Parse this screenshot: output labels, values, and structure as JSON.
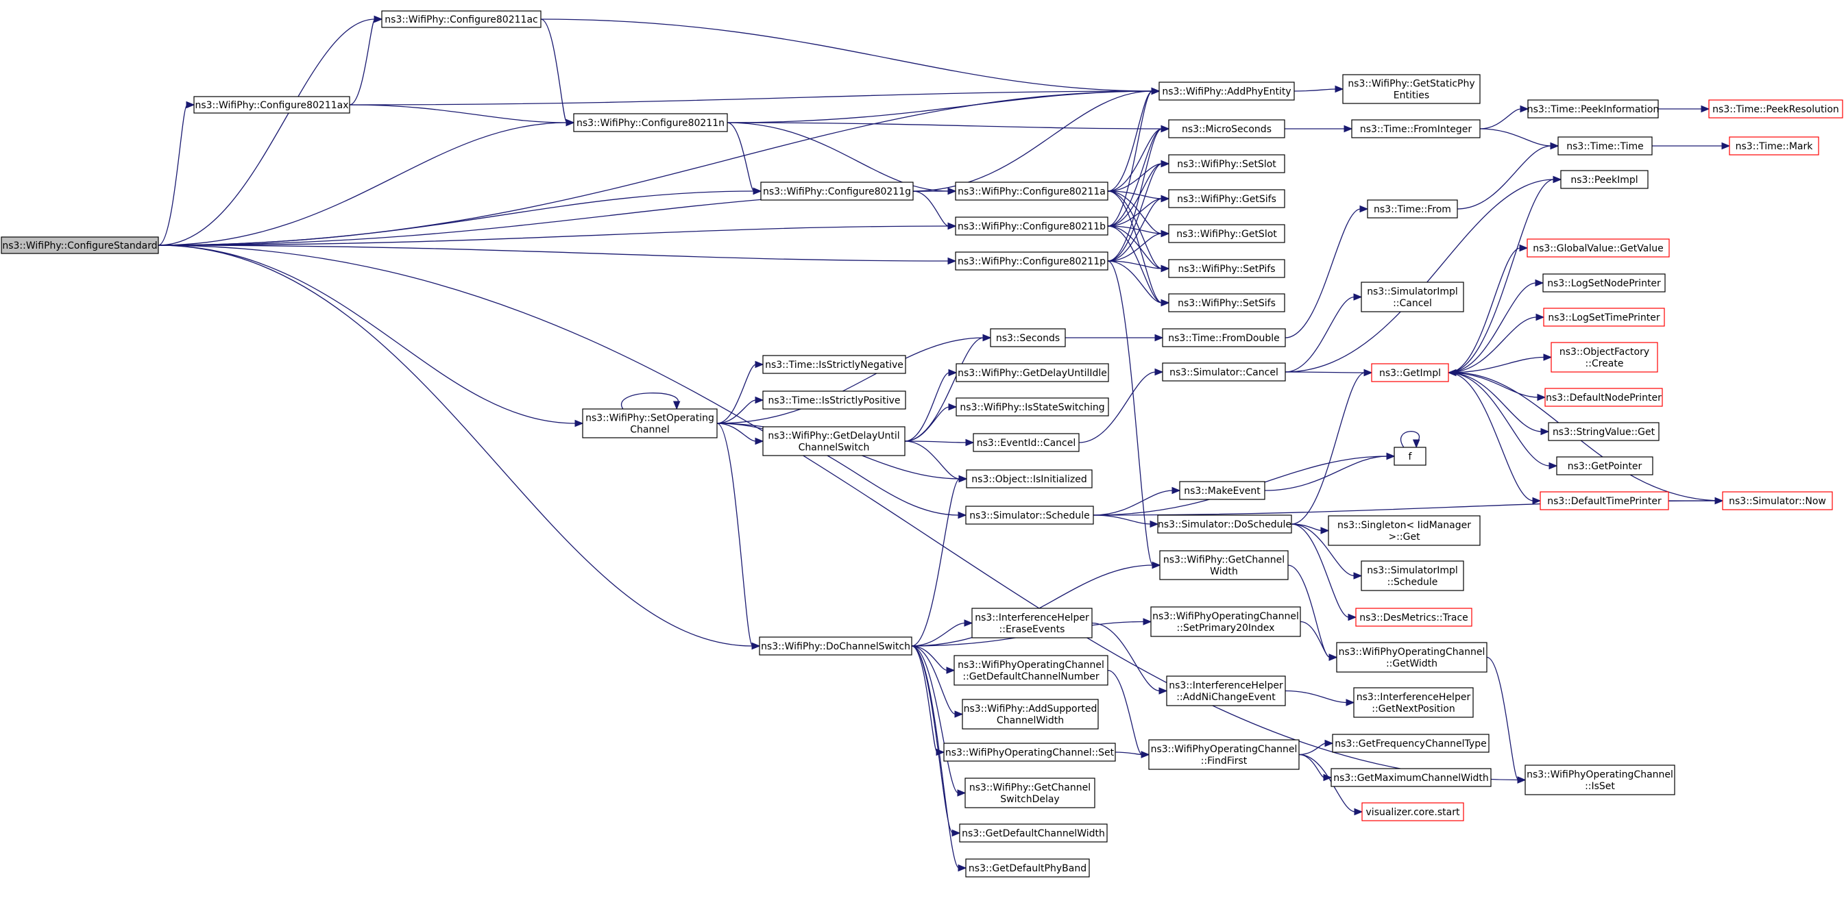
{
  "graph": {
    "title": "",
    "colors": {
      "edge": "#191970",
      "node_fill": "#ffffff",
      "node_border": "#000000",
      "truncated_border": "#ff0000",
      "root_fill": "#bfbfbf"
    },
    "nodes": [
      {
        "id": "root",
        "lines": [
          "ns3::WifiPhy::ConfigureStandard"
        ],
        "kind": "root"
      },
      {
        "id": "c11ac",
        "lines": [
          "ns3::WifiPhy::Configure80211ac"
        ],
        "kind": "normal"
      },
      {
        "id": "c11ax",
        "lines": [
          "ns3::WifiPhy::Configure80211ax"
        ],
        "kind": "normal"
      },
      {
        "id": "c11n",
        "lines": [
          "ns3::WifiPhy::Configure80211n"
        ],
        "kind": "normal"
      },
      {
        "id": "c11g",
        "lines": [
          "ns3::WifiPhy::Configure80211g"
        ],
        "kind": "normal"
      },
      {
        "id": "c11a",
        "lines": [
          "ns3::WifiPhy::Configure80211a"
        ],
        "kind": "normal"
      },
      {
        "id": "c11b",
        "lines": [
          "ns3::WifiPhy::Configure80211b"
        ],
        "kind": "normal"
      },
      {
        "id": "c11p",
        "lines": [
          "ns3::WifiPhy::Configure80211p"
        ],
        "kind": "normal"
      },
      {
        "id": "addphy",
        "lines": [
          "ns3::WifiPhy::AddPhyEntity"
        ],
        "kind": "normal"
      },
      {
        "id": "getstatic",
        "lines": [
          "ns3::WifiPhy::GetStaticPhy",
          "Entities"
        ],
        "kind": "normal"
      },
      {
        "id": "micro",
        "lines": [
          "ns3::MicroSeconds"
        ],
        "kind": "normal"
      },
      {
        "id": "setslot",
        "lines": [
          "ns3::WifiPhy::SetSlot"
        ],
        "kind": "normal"
      },
      {
        "id": "getsifs",
        "lines": [
          "ns3::WifiPhy::GetSifs"
        ],
        "kind": "normal"
      },
      {
        "id": "getslot",
        "lines": [
          "ns3::WifiPhy::GetSlot"
        ],
        "kind": "normal"
      },
      {
        "id": "setpifs",
        "lines": [
          "ns3::WifiPhy::SetPifs"
        ],
        "kind": "normal"
      },
      {
        "id": "setsifs",
        "lines": [
          "ns3::WifiPhy::SetSifs"
        ],
        "kind": "normal"
      },
      {
        "id": "fromint",
        "lines": [
          "ns3::Time::FromInteger"
        ],
        "kind": "normal"
      },
      {
        "id": "peekinfo",
        "lines": [
          "ns3::Time::PeekInformation"
        ],
        "kind": "normal"
      },
      {
        "id": "peekres",
        "lines": [
          "ns3::Time::PeekResolution"
        ],
        "kind": "truncated"
      },
      {
        "id": "timetime",
        "lines": [
          "ns3::Time::Time"
        ],
        "kind": "normal"
      },
      {
        "id": "timemark",
        "lines": [
          "ns3::Time::Mark"
        ],
        "kind": "truncated"
      },
      {
        "id": "timefrom",
        "lines": [
          "ns3::Time::From"
        ],
        "kind": "normal"
      },
      {
        "id": "peekimpl",
        "lines": [
          "ns3::PeekImpl"
        ],
        "kind": "normal"
      },
      {
        "id": "gvget",
        "lines": [
          "ns3::GlobalValue::GetValue"
        ],
        "kind": "truncated"
      },
      {
        "id": "simimplcancel",
        "lines": [
          "ns3::SimulatorImpl",
          "::Cancel"
        ],
        "kind": "normal"
      },
      {
        "id": "logsetnode",
        "lines": [
          "ns3::LogSetNodePrinter"
        ],
        "kind": "normal"
      },
      {
        "id": "logsettime",
        "lines": [
          "ns3::LogSetTimePrinter"
        ],
        "kind": "truncated"
      },
      {
        "id": "seconds",
        "lines": [
          "ns3::Seconds"
        ],
        "kind": "normal"
      },
      {
        "id": "fromdouble",
        "lines": [
          "ns3::Time::FromDouble"
        ],
        "kind": "normal"
      },
      {
        "id": "objfactory",
        "lines": [
          "ns3::ObjectFactory",
          "::Create"
        ],
        "kind": "truncated"
      },
      {
        "id": "strictneg",
        "lines": [
          "ns3::Time::IsStrictlyNegative"
        ],
        "kind": "normal"
      },
      {
        "id": "simcancel",
        "lines": [
          "ns3::Simulator::Cancel"
        ],
        "kind": "normal"
      },
      {
        "id": "getimpl",
        "lines": [
          "ns3::GetImpl"
        ],
        "kind": "truncated"
      },
      {
        "id": "strictpos",
        "lines": [
          "ns3::Time::IsStrictlyPositive"
        ],
        "kind": "normal"
      },
      {
        "id": "defnode",
        "lines": [
          "ns3::DefaultNodePrinter"
        ],
        "kind": "truncated"
      },
      {
        "id": "setop",
        "lines": [
          "ns3::WifiPhy::SetOperating",
          "Channel"
        ],
        "kind": "normal"
      },
      {
        "id": "getdelayidle",
        "lines": [
          "ns3::WifiPhy::GetDelayUntilIdle"
        ],
        "kind": "normal"
      },
      {
        "id": "isswitching",
        "lines": [
          "ns3::WifiPhy::IsStateSwitching"
        ],
        "kind": "normal"
      },
      {
        "id": "getdelaychan",
        "lines": [
          "ns3::WifiPhy::GetDelayUntil",
          "ChannelSwitch"
        ],
        "kind": "normal"
      },
      {
        "id": "stringget",
        "lines": [
          "ns3::StringValue::Get"
        ],
        "kind": "normal"
      },
      {
        "id": "eventcancel",
        "lines": [
          "ns3::EventId::Cancel"
        ],
        "kind": "normal"
      },
      {
        "id": "f",
        "lines": [
          "f"
        ],
        "kind": "normal"
      },
      {
        "id": "getpointer",
        "lines": [
          "ns3::GetPointer"
        ],
        "kind": "normal"
      },
      {
        "id": "isinit",
        "lines": [
          "ns3::Object::IsInitialized"
        ],
        "kind": "normal"
      },
      {
        "id": "makeevent",
        "lines": [
          "ns3::MakeEvent"
        ],
        "kind": "normal"
      },
      {
        "id": "deftime",
        "lines": [
          "ns3::DefaultTimePrinter"
        ],
        "kind": "truncated"
      },
      {
        "id": "simnow",
        "lines": [
          "ns3::Simulator::Now"
        ],
        "kind": "truncated"
      },
      {
        "id": "simschedule",
        "lines": [
          "ns3::Simulator::Schedule"
        ],
        "kind": "normal"
      },
      {
        "id": "doschedule",
        "lines": [
          "ns3::Simulator::DoSchedule"
        ],
        "kind": "normal"
      },
      {
        "id": "singleton",
        "lines": [
          "ns3::Singleton< IidManager",
          ">::Get"
        ],
        "kind": "normal"
      },
      {
        "id": "getchanwidth",
        "lines": [
          "ns3::WifiPhy::GetChannel",
          "Width"
        ],
        "kind": "normal"
      },
      {
        "id": "simimplsched",
        "lines": [
          "ns3::SimulatorImpl",
          "::Schedule"
        ],
        "kind": "normal"
      },
      {
        "id": "interferase",
        "lines": [
          "ns3::InterferenceHelper",
          "::EraseEvents"
        ],
        "kind": "normal"
      },
      {
        "id": "setprimary",
        "lines": [
          "ns3::WifiPhyOperatingChannel",
          "::SetPrimary20Index"
        ],
        "kind": "normal"
      },
      {
        "id": "desmetrics",
        "lines": [
          "ns3::DesMetrics::Trace"
        ],
        "kind": "truncated"
      },
      {
        "id": "dochanswitch",
        "lines": [
          "ns3::WifiPhy::DoChannelSwitch"
        ],
        "kind": "normal"
      },
      {
        "id": "opgetwidth",
        "lines": [
          "ns3::WifiPhyOperatingChannel",
          "::GetWidth"
        ],
        "kind": "normal"
      },
      {
        "id": "getdefchan",
        "lines": [
          "ns3::WifiPhyOperatingChannel",
          "::GetDefaultChannelNumber"
        ],
        "kind": "normal"
      },
      {
        "id": "addnichange",
        "lines": [
          "ns3::InterferenceHelper",
          "::AddNiChangeEvent"
        ],
        "kind": "normal"
      },
      {
        "id": "getnextpos",
        "lines": [
          "ns3::InterferenceHelper",
          "::GetNextPosition"
        ],
        "kind": "normal"
      },
      {
        "id": "addsupported",
        "lines": [
          "ns3::WifiPhy::AddSupported",
          "ChannelWidth"
        ],
        "kind": "normal"
      },
      {
        "id": "opset",
        "lines": [
          "ns3::WifiPhyOperatingChannel::Set"
        ],
        "kind": "normal"
      },
      {
        "id": "findfirst",
        "lines": [
          "ns3::WifiPhyOperatingChannel",
          "::FindFirst"
        ],
        "kind": "normal"
      },
      {
        "id": "getfreqtype",
        "lines": [
          "ns3::GetFrequencyChannelType"
        ],
        "kind": "normal"
      },
      {
        "id": "getmaxwidth",
        "lines": [
          "ns3::GetMaximumChannelWidth"
        ],
        "kind": "normal"
      },
      {
        "id": "opisset",
        "lines": [
          "ns3::WifiPhyOperatingChannel",
          "::IsSet"
        ],
        "kind": "normal"
      },
      {
        "id": "getswitchdelay",
        "lines": [
          "ns3::WifiPhy::GetChannel",
          "SwitchDelay"
        ],
        "kind": "normal"
      },
      {
        "id": "visstart",
        "lines": [
          "visualizer.core.start"
        ],
        "kind": "truncated"
      },
      {
        "id": "getdefwidth",
        "lines": [
          "ns3::GetDefaultChannelWidth"
        ],
        "kind": "normal"
      },
      {
        "id": "getdefband",
        "lines": [
          "ns3::GetDefaultPhyBand"
        ],
        "kind": "normal"
      }
    ],
    "edges": [
      [
        "root",
        "c11ac"
      ],
      [
        "root",
        "c11ax"
      ],
      [
        "root",
        "c11n"
      ],
      [
        "root",
        "addphy"
      ],
      [
        "root",
        "c11g"
      ],
      [
        "root",
        "c11a"
      ],
      [
        "root",
        "c11b"
      ],
      [
        "root",
        "c11p"
      ],
      [
        "root",
        "setop"
      ],
      [
        "root",
        "dochanswitch"
      ],
      [
        "root",
        "opisset"
      ],
      [
        "c11ac",
        "addphy"
      ],
      [
        "c11ac",
        "c11n"
      ],
      [
        "c11ax",
        "c11ac"
      ],
      [
        "c11ax",
        "addphy"
      ],
      [
        "c11ax",
        "c11n"
      ],
      [
        "c11n",
        "addphy"
      ],
      [
        "c11n",
        "micro"
      ],
      [
        "c11n",
        "c11g"
      ],
      [
        "c11n",
        "c11a"
      ],
      [
        "c11g",
        "addphy"
      ],
      [
        "c11g",
        "c11b"
      ],
      [
        "c11a",
        "addphy"
      ],
      [
        "c11a",
        "micro"
      ],
      [
        "c11a",
        "setslot"
      ],
      [
        "c11a",
        "getsifs"
      ],
      [
        "c11a",
        "getslot"
      ],
      [
        "c11a",
        "setpifs"
      ],
      [
        "c11a",
        "setsifs"
      ],
      [
        "c11b",
        "addphy"
      ],
      [
        "c11b",
        "micro"
      ],
      [
        "c11b",
        "setslot"
      ],
      [
        "c11b",
        "getsifs"
      ],
      [
        "c11b",
        "getslot"
      ],
      [
        "c11b",
        "setpifs"
      ],
      [
        "c11b",
        "setsifs"
      ],
      [
        "c11p",
        "micro"
      ],
      [
        "c11p",
        "setslot"
      ],
      [
        "c11p",
        "getsifs"
      ],
      [
        "c11p",
        "getslot"
      ],
      [
        "c11p",
        "setpifs"
      ],
      [
        "c11p",
        "setsifs"
      ],
      [
        "c11p",
        "getchanwidth"
      ],
      [
        "addphy",
        "getstatic"
      ],
      [
        "micro",
        "fromint"
      ],
      [
        "fromint",
        "peekinfo"
      ],
      [
        "fromint",
        "timetime"
      ],
      [
        "peekinfo",
        "peekres"
      ],
      [
        "timetime",
        "timemark"
      ],
      [
        "timefrom",
        "timetime"
      ],
      [
        "seconds",
        "fromdouble"
      ],
      [
        "fromdouble",
        "timefrom"
      ],
      [
        "setop",
        "setop"
      ],
      [
        "setop",
        "seconds"
      ],
      [
        "setop",
        "strictneg"
      ],
      [
        "setop",
        "strictpos"
      ],
      [
        "setop",
        "getdelaychan"
      ],
      [
        "setop",
        "isinit"
      ],
      [
        "setop",
        "simschedule"
      ],
      [
        "setop",
        "dochanswitch"
      ],
      [
        "getdelaychan",
        "seconds"
      ],
      [
        "getdelaychan",
        "getdelayidle"
      ],
      [
        "getdelaychan",
        "isswitching"
      ],
      [
        "getdelaychan",
        "eventcancel"
      ],
      [
        "getdelaychan",
        "isinit"
      ],
      [
        "eventcancel",
        "simcancel"
      ],
      [
        "simcancel",
        "simimplcancel"
      ],
      [
        "simcancel",
        "getimpl"
      ],
      [
        "simcancel",
        "peekimpl"
      ],
      [
        "getimpl",
        "peekimpl"
      ],
      [
        "getimpl",
        "gvget"
      ],
      [
        "getimpl",
        "logsetnode"
      ],
      [
        "getimpl",
        "logsettime"
      ],
      [
        "getimpl",
        "objfactory"
      ],
      [
        "getimpl",
        "defnode"
      ],
      [
        "getimpl",
        "stringget"
      ],
      [
        "getimpl",
        "getpointer"
      ],
      [
        "getimpl",
        "deftime"
      ],
      [
        "deftime",
        "simnow"
      ],
      [
        "simnow",
        "getimpl"
      ],
      [
        "f",
        "f"
      ],
      [
        "makeevent",
        "f"
      ],
      [
        "simschedule",
        "f"
      ],
      [
        "simschedule",
        "makeevent"
      ],
      [
        "simschedule",
        "doschedule"
      ],
      [
        "simschedule",
        "simnow"
      ],
      [
        "doschedule",
        "getimpl"
      ],
      [
        "doschedule",
        "singleton"
      ],
      [
        "doschedule",
        "simimplsched"
      ],
      [
        "doschedule",
        "desmetrics"
      ],
      [
        "getchanwidth",
        "opgetwidth"
      ],
      [
        "setprimary",
        "opgetwidth"
      ],
      [
        "opgetwidth",
        "opisset"
      ],
      [
        "interferase",
        "addnichange"
      ],
      [
        "addnichange",
        "getnextpos"
      ],
      [
        "getdefchan",
        "findfirst"
      ],
      [
        "opset",
        "findfirst"
      ],
      [
        "findfirst",
        "getfreqtype"
      ],
      [
        "findfirst",
        "getmaxwidth"
      ],
      [
        "findfirst",
        "visstart"
      ],
      [
        "dochanswitch",
        "isinit"
      ],
      [
        "dochanswitch",
        "getchanwidth"
      ],
      [
        "dochanswitch",
        "setprimary"
      ],
      [
        "dochanswitch",
        "interferase"
      ],
      [
        "dochanswitch",
        "getdefchan"
      ],
      [
        "dochanswitch",
        "addsupported"
      ],
      [
        "dochanswitch",
        "opset"
      ],
      [
        "dochanswitch",
        "getswitchdelay"
      ],
      [
        "dochanswitch",
        "getdefwidth"
      ],
      [
        "dochanswitch",
        "getdefband"
      ]
    ]
  }
}
